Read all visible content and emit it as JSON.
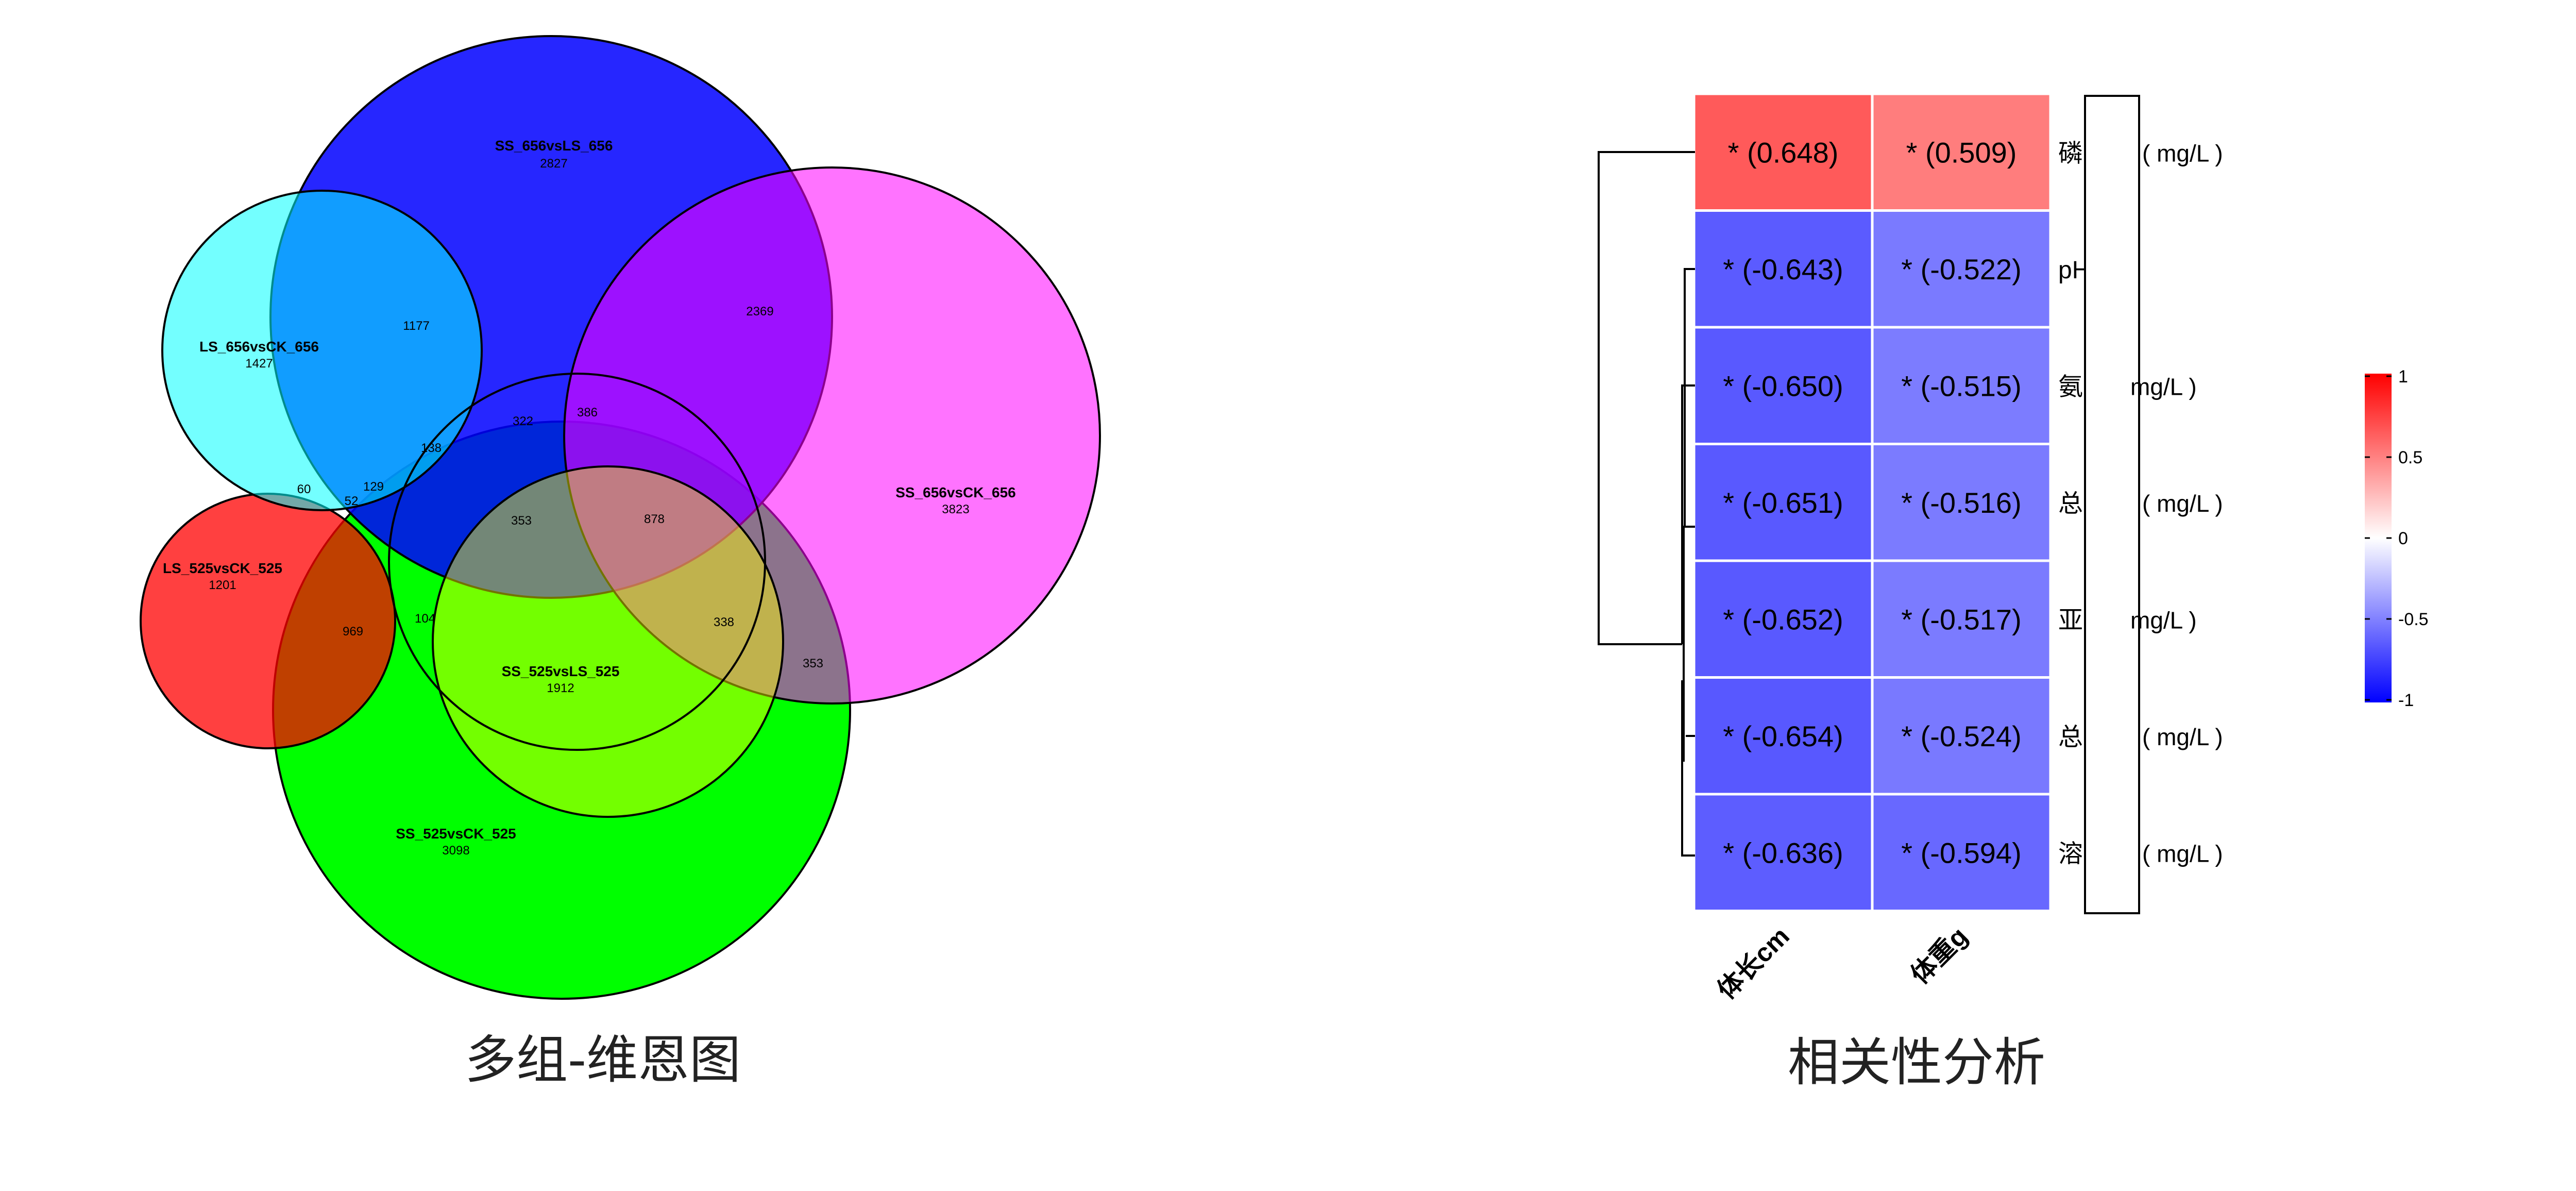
{
  "captions": {
    "venn": "多组-维恩图",
    "heatmap": "相关性分析"
  },
  "chart_data": [
    {
      "type": "venn",
      "sets": [
        {
          "name": "SS_656vsLS_656",
          "count": "2827",
          "color": "#0000ff"
        },
        {
          "name": "SS_656vsCK_656",
          "count": "3823",
          "color": "#ff00ff"
        },
        {
          "name": "LS_656vsCK_656",
          "count": "1427",
          "color": "#00ffff"
        },
        {
          "name": "LS_525vsCK_525",
          "count": "1201",
          "color": "#ff0000"
        },
        {
          "name": "SS_525vsLS_525",
          "count": "1912",
          "color": "#ffff00"
        },
        {
          "name": "SS_525vsCK_525",
          "count": "3098",
          "color": "#00ff00"
        }
      ],
      "intersections": [
        {
          "value": "1177"
        },
        {
          "value": "2369"
        },
        {
          "value": "322"
        },
        {
          "value": "386"
        },
        {
          "value": "138"
        },
        {
          "value": "129"
        },
        {
          "value": "60"
        },
        {
          "value": "52"
        },
        {
          "value": "353"
        },
        {
          "value": "878"
        },
        {
          "value": "969"
        },
        {
          "value": "104"
        },
        {
          "value": "338"
        },
        {
          "value": "353"
        }
      ]
    },
    {
      "type": "heatmap",
      "columns": [
        "体长cm",
        "体重g"
      ],
      "rows": [
        {
          "label": "磷",
          "unit": "( mg/L )",
          "values": [
            0.648,
            0.509
          ],
          "text": [
            "* (0.648)",
            "* (0.509)"
          ]
        },
        {
          "label": "pH",
          "unit": "",
          "values": [
            -0.643,
            -0.522
          ],
          "text": [
            "* (-0.643)",
            "* (-0.522)"
          ]
        },
        {
          "label": "氨",
          "unit": "mg/L )",
          "values": [
            -0.65,
            -0.515
          ],
          "text": [
            "* (-0.650)",
            "* (-0.515)"
          ]
        },
        {
          "label": "总",
          "unit": "( mg/L )",
          "values": [
            -0.651,
            -0.516
          ],
          "text": [
            "* (-0.651)",
            "* (-0.516)"
          ]
        },
        {
          "label": "亚",
          "unit": "mg/L )",
          "values": [
            -0.652,
            -0.517
          ],
          "text": [
            "* (-0.652)",
            "* (-0.517)"
          ]
        },
        {
          "label": "总",
          "unit": "( mg/L )",
          "values": [
            -0.654,
            -0.524
          ],
          "text": [
            "* (-0.654)",
            "* (-0.524)"
          ]
        },
        {
          "label": "溶",
          "unit": "( mg/L )",
          "values": [
            -0.636,
            -0.594
          ],
          "text": [
            "* (-0.636)",
            "* (-0.594)"
          ]
        }
      ],
      "legend": {
        "ticks": [
          "1",
          "0.5",
          "0",
          "-0.5",
          "-1"
        ],
        "range": [
          -1,
          1
        ],
        "colors": {
          "low": "#0000ff",
          "mid": "#ffffff",
          "high": "#ff0000"
        }
      }
    }
  ]
}
